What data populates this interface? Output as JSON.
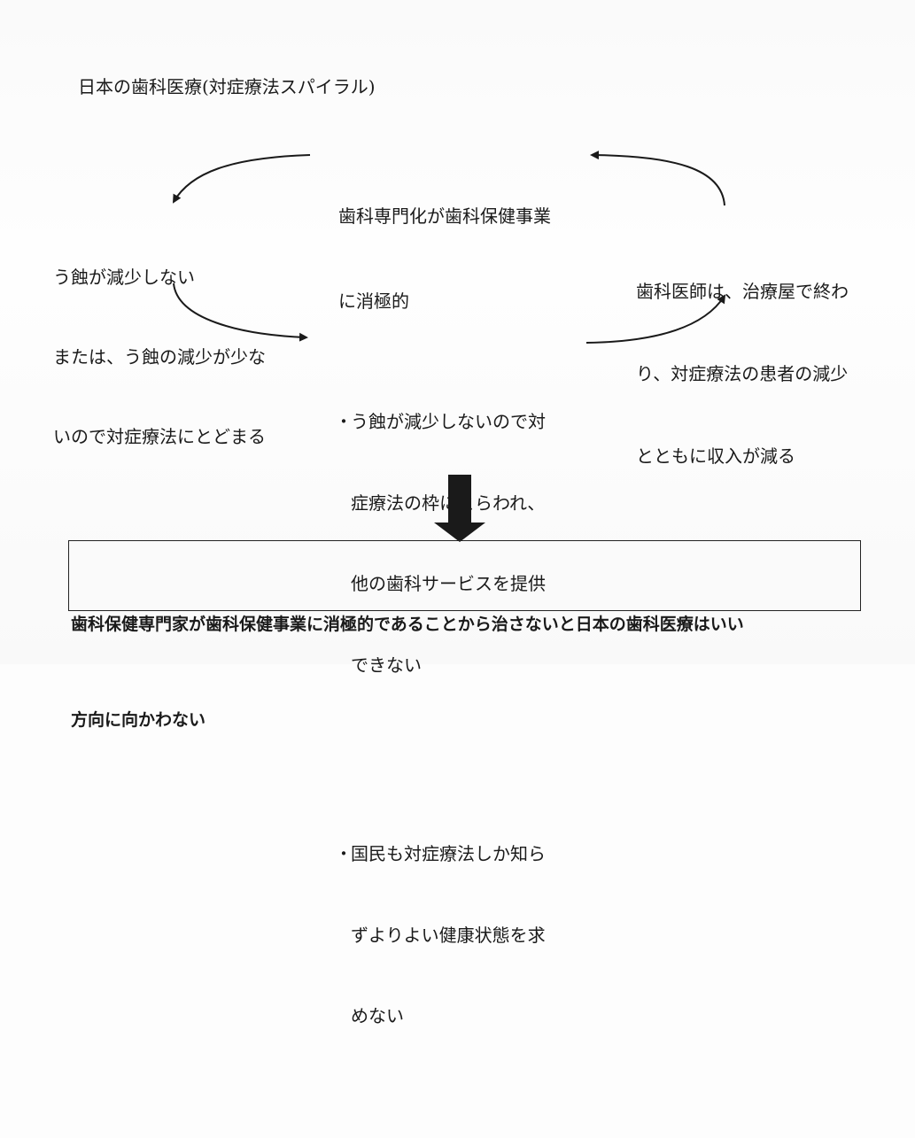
{
  "title": "日本の歯科医療(対症療法スパイラル)",
  "nodes": {
    "top": {
      "lines": [
        "歯科専門化が歯科保健事業",
        "に消極的"
      ]
    },
    "left": {
      "lines": [
        "う蝕が減少しない",
        "または、う蝕の減少が少な",
        "いので対症療法にとどまる"
      ]
    },
    "right": {
      "lines": [
        "歯科医師は、治療屋で終わ",
        "り、対症療法の患者の減少",
        "とともに収入が減る"
      ]
    },
    "center": {
      "bullet_mark": "・",
      "bullets": [
        {
          "first": "う蝕が減少しないので対",
          "rest": [
            "症療法の枠にとらわれ、",
            "他の歯科サービスを提供",
            "できない"
          ]
        },
        {
          "first": "国民も対症療法しか知ら",
          "rest": [
            "ずよりよい健康状態を求",
            "めない"
          ]
        }
      ]
    }
  },
  "conclusion": {
    "lines": [
      "歯科保健専門家が歯科保健事業に消極的であることから治さないと日本の歯科医療はいい",
      "方向に向かわない"
    ]
  }
}
